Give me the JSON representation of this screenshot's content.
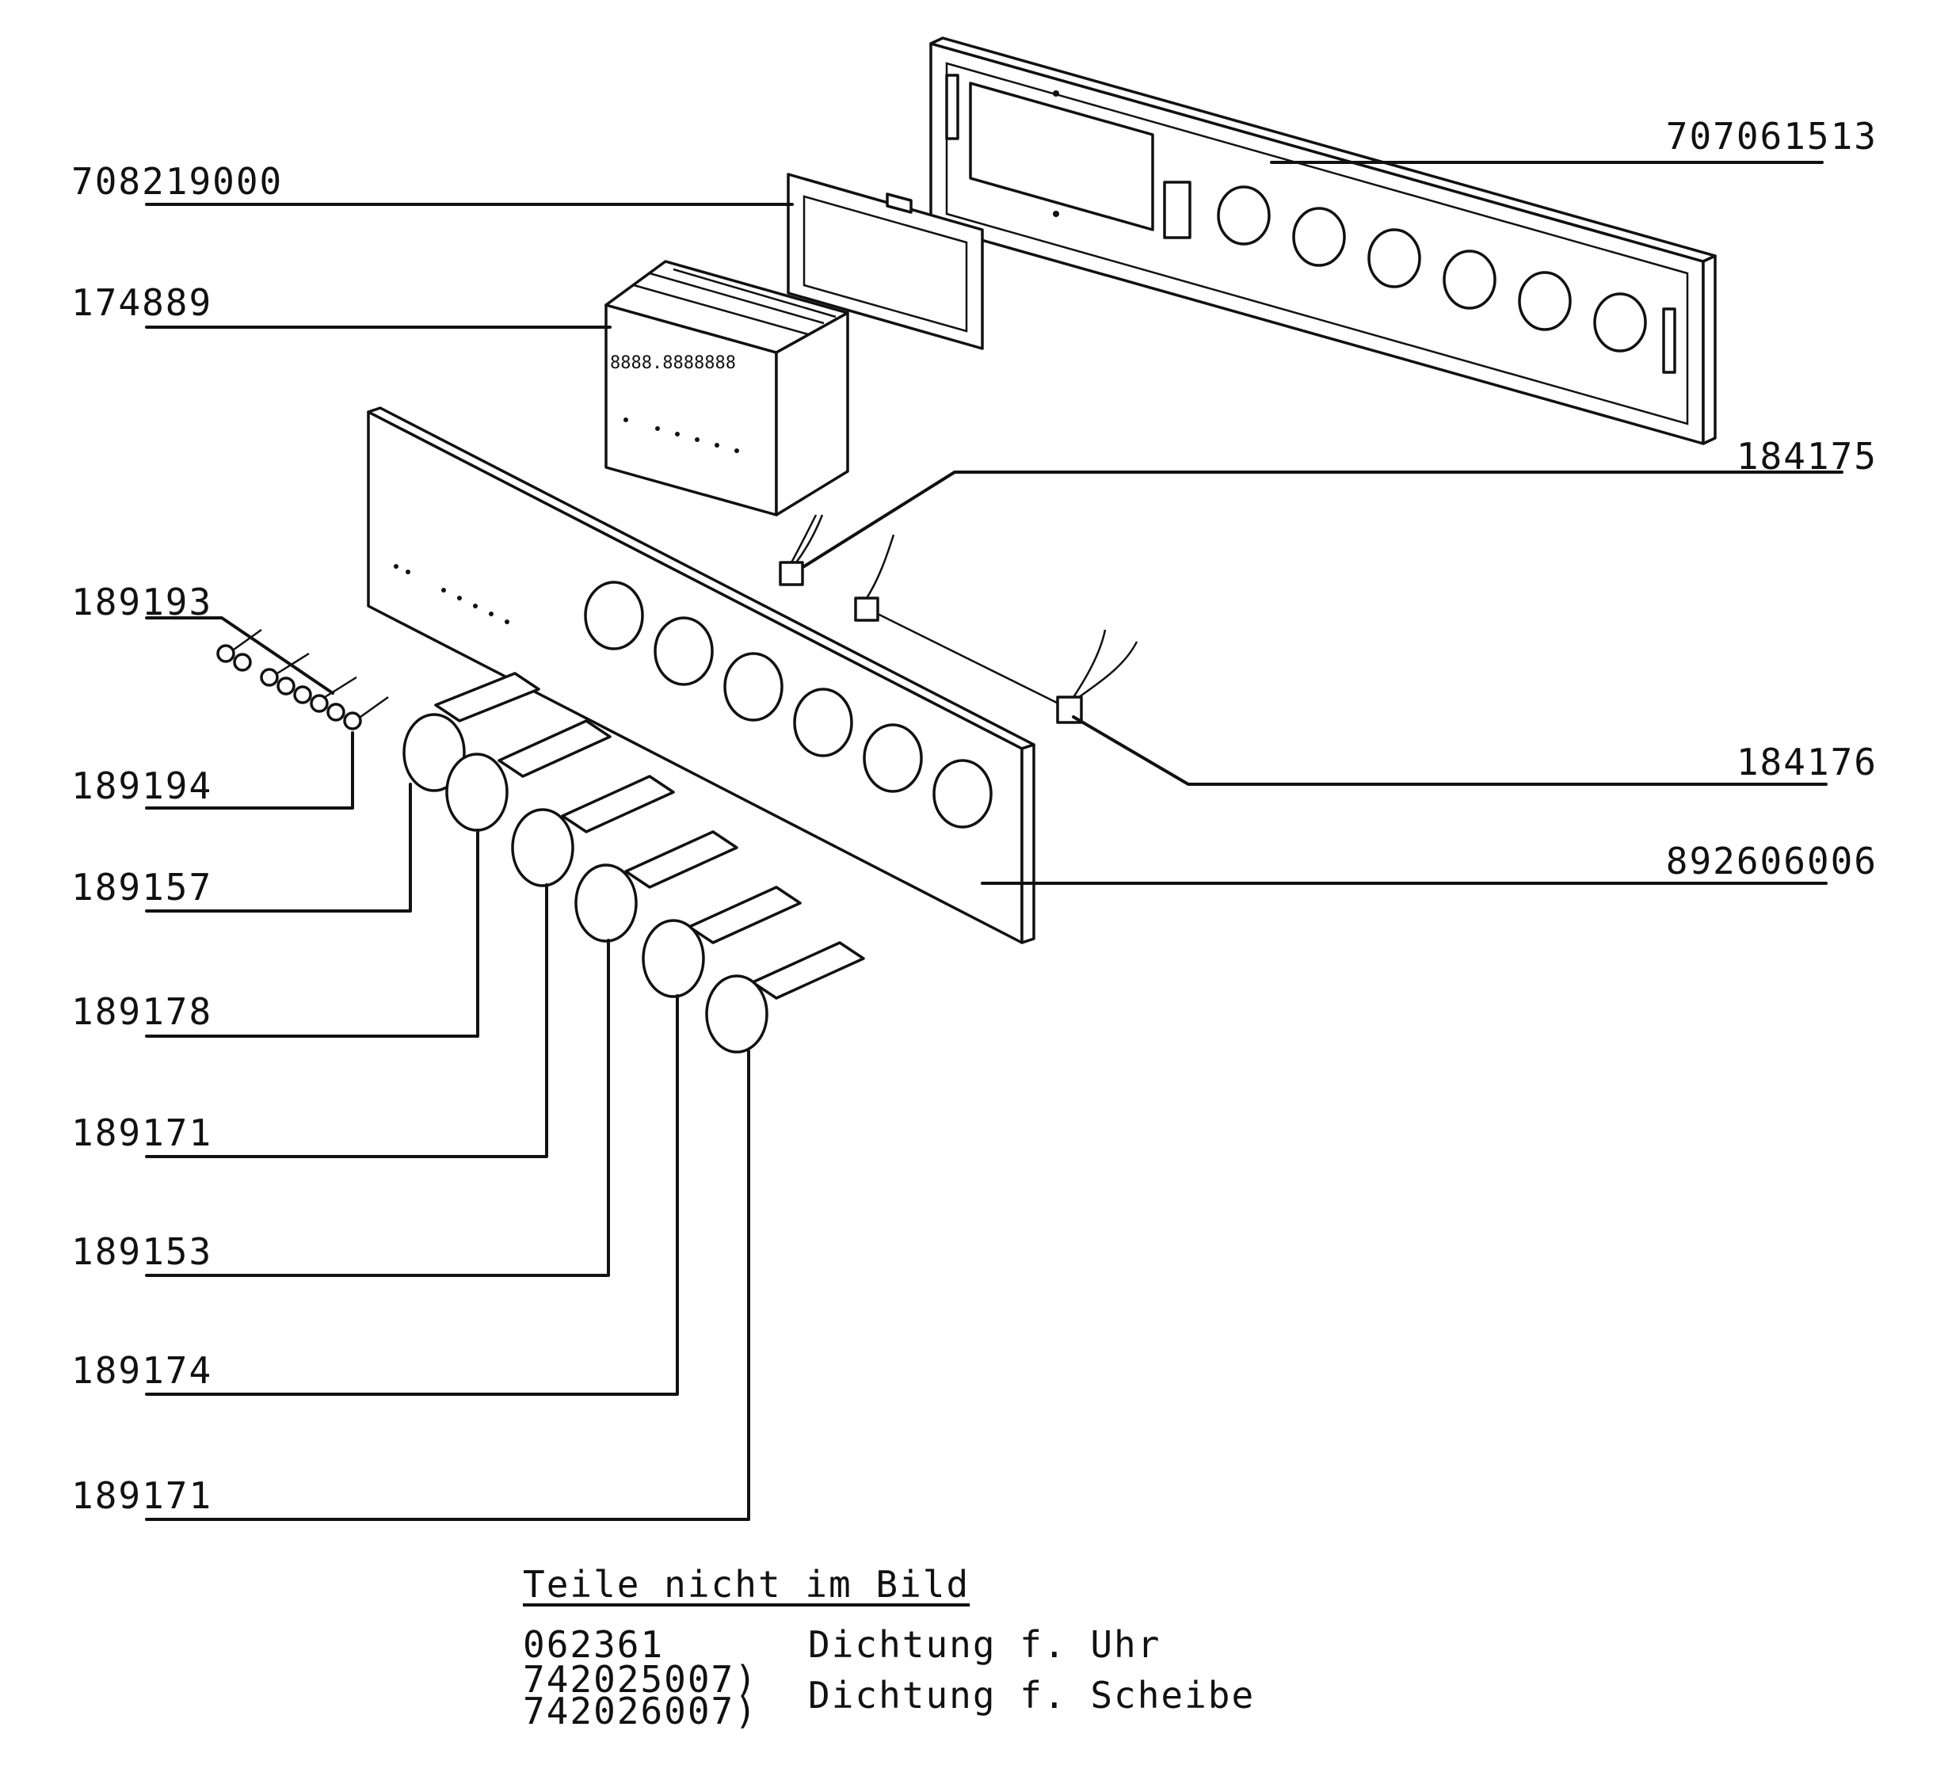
{
  "labels": {
    "p707061513": "707061513",
    "p708219000": "708219000",
    "p174889": "174889",
    "p184175": "184175",
    "p189193": "189193",
    "p184176": "184176",
    "p189194": "189194",
    "p892606006": "892606006",
    "p189157": "189157",
    "p189178": "189178",
    "p189171a": "189171",
    "p189153": "189153",
    "p189174": "189174",
    "p189171b": "189171"
  },
  "notes": {
    "heading": "Teile nicht im Bild",
    "rows": [
      {
        "numbers": [
          "062361"
        ],
        "description": "Dichtung f. Uhr"
      },
      {
        "numbers": [
          "742025007)",
          "742026007)"
        ],
        "description": "Dichtung f. Scheibe"
      }
    ]
  }
}
